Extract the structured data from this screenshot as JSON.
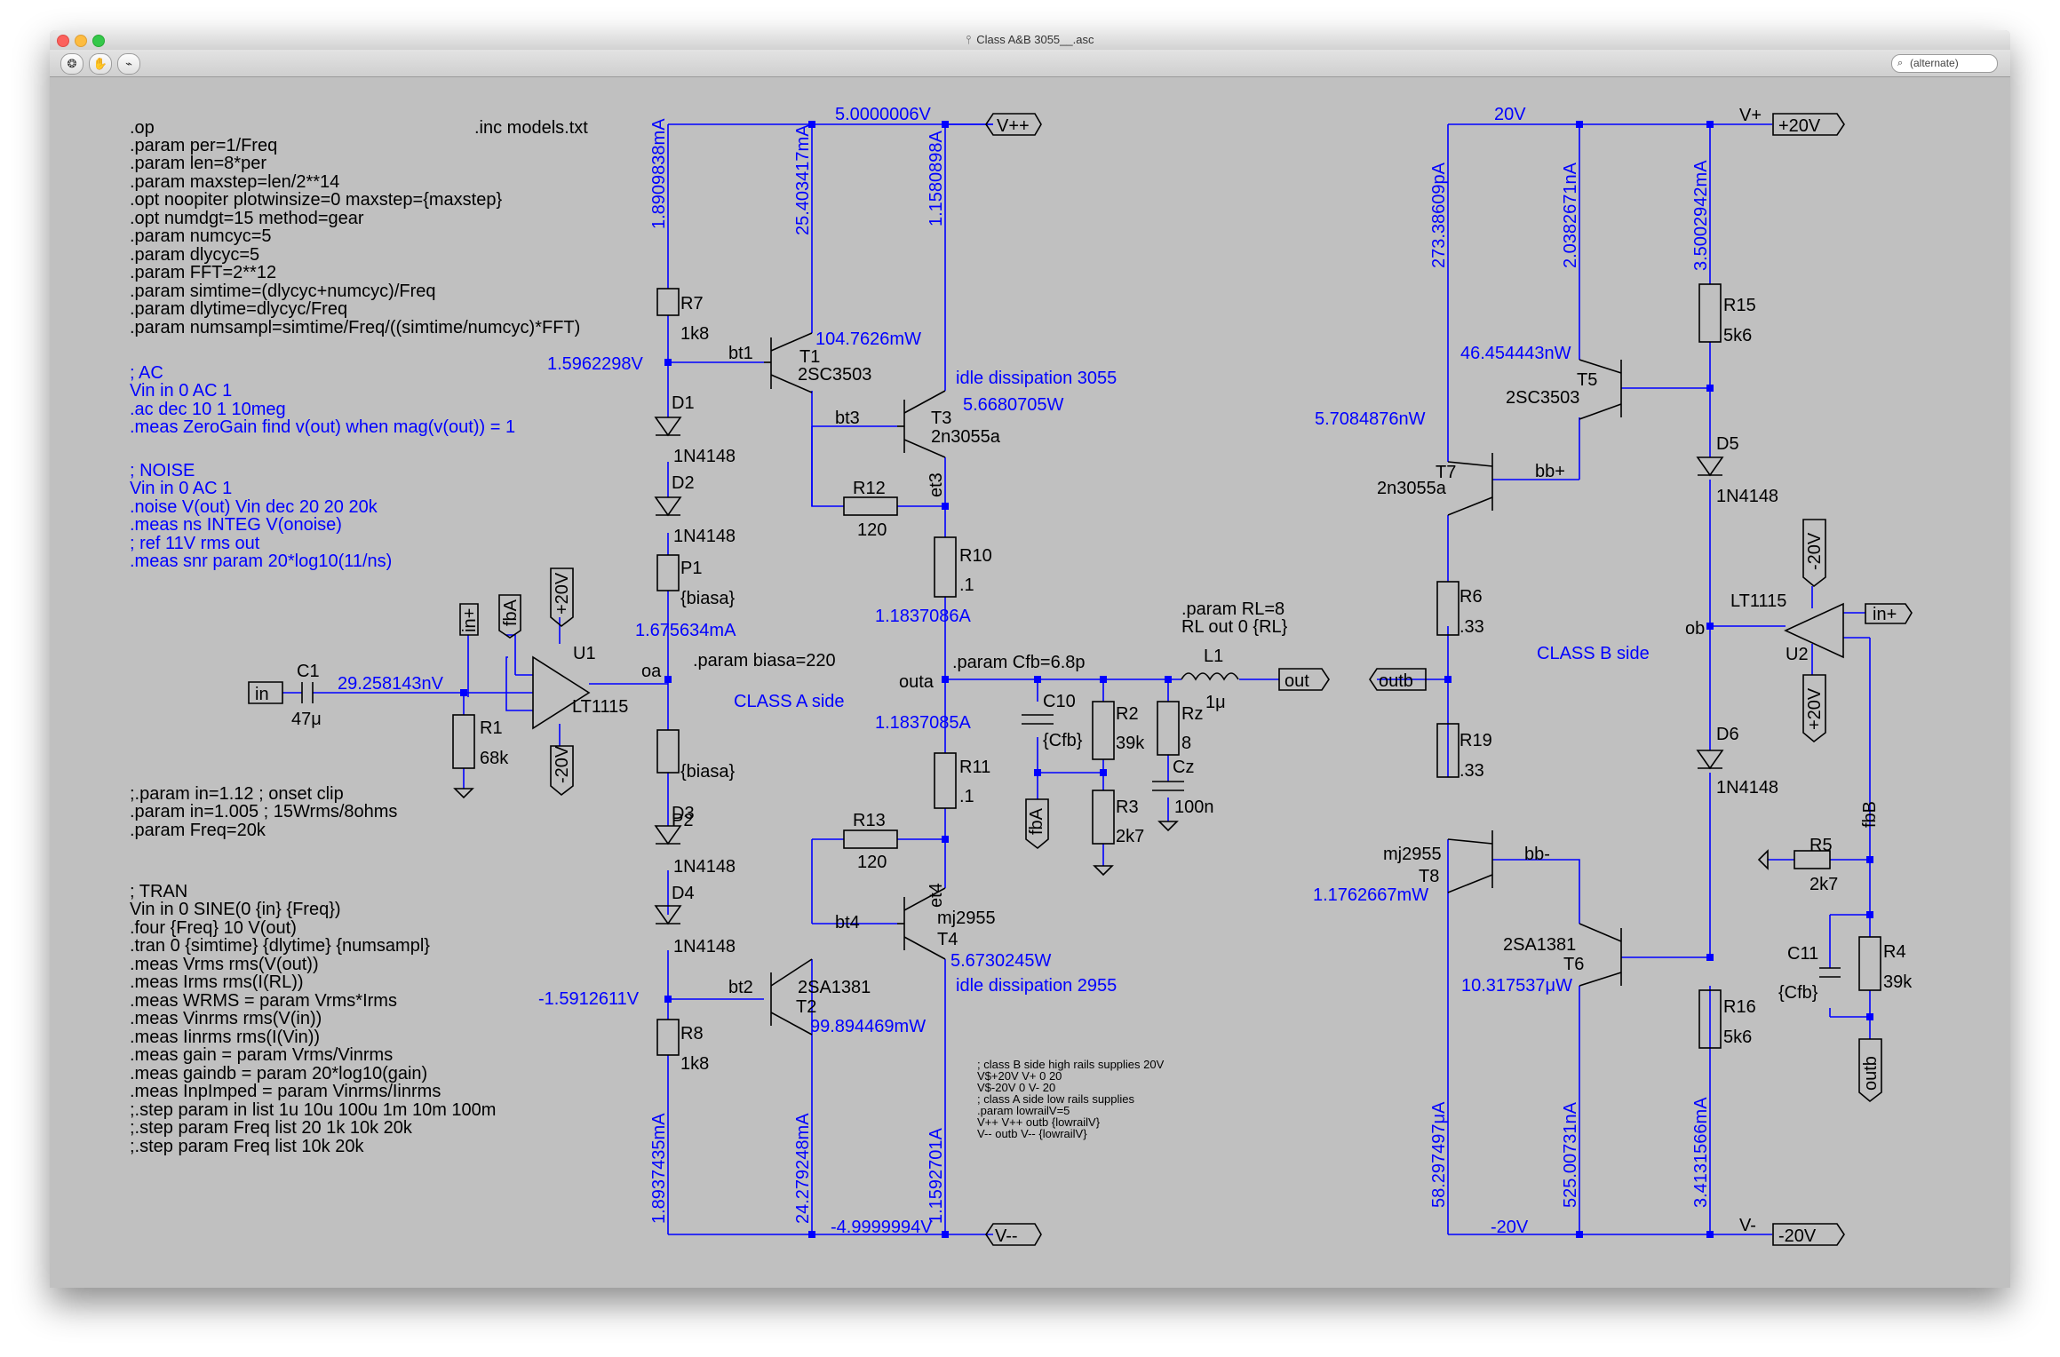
{
  "window": {
    "title": "Class A&B 3055__.asc",
    "search_placeholder": "(alternate)"
  },
  "toolbar": {
    "icons": [
      "run-icon",
      "halt-icon",
      "probe-icon"
    ]
  },
  "directives_black": [
    ".op",
    ".param per=1/Freq",
    ".param len=8*per",
    ".param maxstep=len/2**14",
    ".opt noopiter plotwinsize=0 maxstep={maxstep}",
    ".opt numdgt=15 method=gear",
    ".param numcyc=5",
    ".param dlycyc=5",
    ".param FFT=2**12",
    ".param simtime=(dlycyc+numcyc)/Freq",
    ".param dlytime=dlycyc/Freq",
    ".param numsampl=simtime/Freq/((simtime/numcyc)*FFT)"
  ],
  "include_directive": ".inc models.txt",
  "comments_ac": [
    "; AC",
    "Vin in 0 AC 1",
    ".ac dec 10 1 10meg",
    ".meas ZeroGain find v(out) when mag(v(out)) = 1"
  ],
  "comments_noise": [
    "; NOISE",
    "Vin in 0 AC 1",
    ".noise V(out) Vin dec 20 20 20k",
    ".meas ns INTEG V(onoise)",
    "; ref 11V rms out",
    ".meas snr param 20*log10(11/ns)"
  ],
  "params_in": [
    ";.param in=1.12 ; onset clip",
    ".param in=1.005 ; 15Wrms/8ohms",
    ".param Freq=20k"
  ],
  "tran_block": [
    "; TRAN",
    "Vin in 0 SINE(0 {in} {Freq})",
    ".four {Freq} 10 V(out)",
    ".tran 0 {simtime} {dlytime} {numsampl}",
    ".meas Vrms rms(V(out))",
    ".meas Irms rms(I(RL))",
    ".meas WRMS = param Vrms*Irms",
    ".meas Vinrms rms(V(in))",
    ".meas Iinrms rms(I(Vin))",
    ".meas gain = param Vrms/Vinrms",
    ".meas gaindb = param 20*log10(gain)",
    ".meas InpImped = param Vinrms/Iinrms",
    ";.step param in list 1u 10u 100u 1m 10m 100m",
    ";.step param Freq list 20 1k 10k 20k",
    ";.step param Freq list 10k 20k"
  ],
  "small_notes": [
    "; class B side high rails supplies 20V",
    "V$+20V V+ 0 20",
    "V$-20V 0 V- 20",
    "; class A side low rails supplies",
    ".param lowrailV=5",
    "V++ V++ outb {lowrailV}",
    "V-- outb V-- {lowrailV}"
  ],
  "class_a": {
    "title": "CLASS A side",
    "rail_top_v": "5.0000006V",
    "rail_bot_v": "-4.9999994V",
    "port_vpp": "V++",
    "port_vmm": "V--",
    "i_r7": "1.8909838mA",
    "i_t1c": "25.403417mA",
    "i_t3c": "1.1580898A",
    "node_bt1": "1.5962298V",
    "p_t1": "104.7626mW",
    "idle_3055": "idle dissipation 3055",
    "p_t3": "5.6680705W",
    "r7": "R7",
    "r7v": "1k8",
    "t1": "T1",
    "t1m": "2SC3503",
    "t3": "T3",
    "t3m": "2n3055a",
    "bt1": "bt1",
    "bt3": "bt3",
    "et3": "et3",
    "d1": "D1",
    "d2": "D2",
    "d3": "D3",
    "d4": "D4",
    "diode": "1N4148",
    "r12": "R12",
    "r12v": "120",
    "p1": "P1",
    "p2": "P2",
    "biasa": "{biasa}",
    "r10": "R10",
    "r10v": ".1",
    "i_p1": "1.675634mA",
    "param_biasa": ".param biasa=220",
    "i_r10": "1.1837086A",
    "i_r11": "1.1837085A",
    "oa": "oa",
    "outa": "outa",
    "param_cfb": ".param Cfb=6.8p",
    "c10": "C10",
    "cfb": "{Cfb}",
    "r2": "R2",
    "r2v": "39k",
    "r3": "R3",
    "r3v": "2k7",
    "r11": "R11",
    "r11v": ".1",
    "r13": "R13",
    "r13v": "120",
    "bt4": "bt4",
    "et4": "et4",
    "bt2": "bt2",
    "t4": "T4",
    "t4m": "mj2955",
    "p_t4": "5.6730245W",
    "idle_2955": "idle dissipation 2955",
    "t2": "T2",
    "t2m": "2SA1381",
    "p_t2": "99.894469mW",
    "node_bt2": "-1.5912611V",
    "r8": "R8",
    "r8v": "1k8",
    "i_r8": "1.8937435mA",
    "i_t2c": "24.279248mA",
    "i_t4c": "1.1592701A",
    "fbA": "fbA",
    "rl_param": ".param RL=8",
    "rl_line": "RL out 0 {RL}",
    "l1": "L1",
    "l1v": "1μ",
    "rz": "Rz",
    "rzv": "8",
    "cz": "Cz",
    "czv": "100n",
    "out": "out"
  },
  "input_stage": {
    "in": "in",
    "c1": "C1",
    "c1v": "47μ",
    "v_c1": "29.258143nV",
    "r1": "R1",
    "r1v": "68k",
    "u1": "U1",
    "u1m": "LT1115",
    "in_plus": "in+",
    "fbA": "fbA",
    "p20": "+20V",
    "m20": "-20V"
  },
  "class_b": {
    "title": "CLASS B side",
    "rail_top": "20V",
    "rail_bot": "-20V",
    "vplus": "V+",
    "vminus": "V-",
    "port_p20": "+20V",
    "port_m20": "-20V",
    "i_r6top": "273.38609pA",
    "i_t5c": "2.0382671nA",
    "i_r15": "3.5002942mA",
    "p_t5": "46.454443nW",
    "p_t7": "5.7084876nW",
    "t5": "T5",
    "t5m": "2SC3503",
    "t7": "T7",
    "t7m": "2n3055a",
    "bbp": "bb+",
    "bbm": "bb-",
    "r15": "R15",
    "r15v": "5k6",
    "d5": "D5",
    "d6": "D6",
    "diode": "1N4148",
    "r6": "R6",
    "r6v": ".33",
    "r19": "R19",
    "r19v": ".33",
    "outb": "outb",
    "ob": "ob",
    "u2": "U2",
    "u2m": "LT1115",
    "in_plus": "in+",
    "fbB": "fbB",
    "t8": "T8",
    "t8m": "mj2955",
    "p_t8": "1.1762667mW",
    "t6": "T6",
    "t6m": "2SA1381",
    "p_t6": "10.317537μW",
    "r5": "R5",
    "r5v": "2k7",
    "r4": "R4",
    "r4v": "39k",
    "c11": "C11",
    "c11v": "{Cfb}",
    "r16": "R16",
    "r16v": "5k6",
    "i_t8c": "58.297497μA",
    "i_t6c": "525.00731nA",
    "i_r16": "3.4131566mA"
  }
}
